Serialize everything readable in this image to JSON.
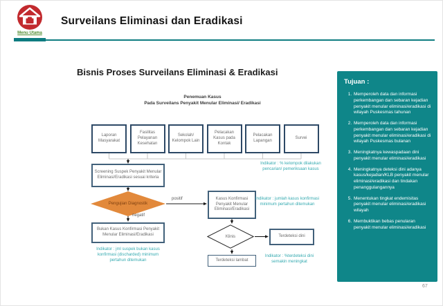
{
  "header": {
    "menu_label": "Menu Utama",
    "title": "Surveilans Eliminasi dan Eradikasi"
  },
  "slide": {
    "subtitle": "Bisnis Proses Surveilans Eliminasi & Eradikasi",
    "flow_title_line1": "Penemuan Kasus",
    "flow_title_line2": "Pada Surveilans Penyakit Menular Eliminasi/ Eradikasi",
    "page_number": "67"
  },
  "flow": {
    "sources": [
      "Laporan Masyarakat",
      "Fasilitas Pelayanan Kesehatan",
      "Sekolah/ Kelompok Lain",
      "Pelacakan Kasus pada Kontak",
      "Pelacakan Lapangan",
      "Survei"
    ],
    "screening": "Screening Suspek Penyakit Menular Eliminasi/Eradikasi sesuai kriteria",
    "decision_diagnostic": "Pengujian Diagnostik",
    "label_positive": "positif",
    "label_negative": "negatif",
    "confirmed_case": "Kasus Konfirmasi Penyakit Menular Eliminasi/Eradikasi",
    "not_confirmed_case": "Bukan Kasus Konfirmasi Penyakit Menular Eliminasi/Eradikasi",
    "decision_clinical": "Klinis",
    "detected_early": "Terdeteksi dini",
    "detected_late": "Terdeteksi lambat",
    "indicators": {
      "search": "Indikator : % kelompok dilakukan pencarian/ pemeriksaan kasus",
      "confirmed": "Indikator : jumlah kasus konfirmasi minimum pertahun ditemukan",
      "discharded": "Indikator : jml suspek bukan kasus konfirmasi (discharded) minimum pertahun ditemukan",
      "early": "Indikator : %terdeteksi dini semakin meningkat"
    }
  },
  "tujuan": {
    "title": "Tujuan :",
    "items": [
      "Memperoleh data dan informasi perkembangan dan sebaran kejadian penyakit menular eliminasi/eradikasi di wilayah Puskesmas tahunan",
      "Memperoleh data dan informasi perkembangan dan sebaran kejadian penyakit menular eliminasi/eradikasi di wilayah Puskesmas bulanan",
      "Meningkatnya kewaspadaan dini penyakit menular eliminasi/eradikasi",
      "Meningkatnya deteksi dini adanya kasus/kejadian/KLB penyakit menular eliminasi/eradikasi dan tindakan penanggulangannya",
      "Menentukan tingkat endemisitas penyakit menular eliminasi/eradikasi wilayah",
      "Membuktikan bebas penularan penyakit menular eliminasi/eradikasi"
    ]
  },
  "colors": {
    "accent_teal": "#0f8689",
    "indicator_teal": "#35aab0",
    "diamond_orange": "#e2893b",
    "logo_red": "#c22a2e",
    "menu_green": "#4e8a2d",
    "box_border_navy": "#2c4865",
    "box_border_slate": "#41607a"
  }
}
